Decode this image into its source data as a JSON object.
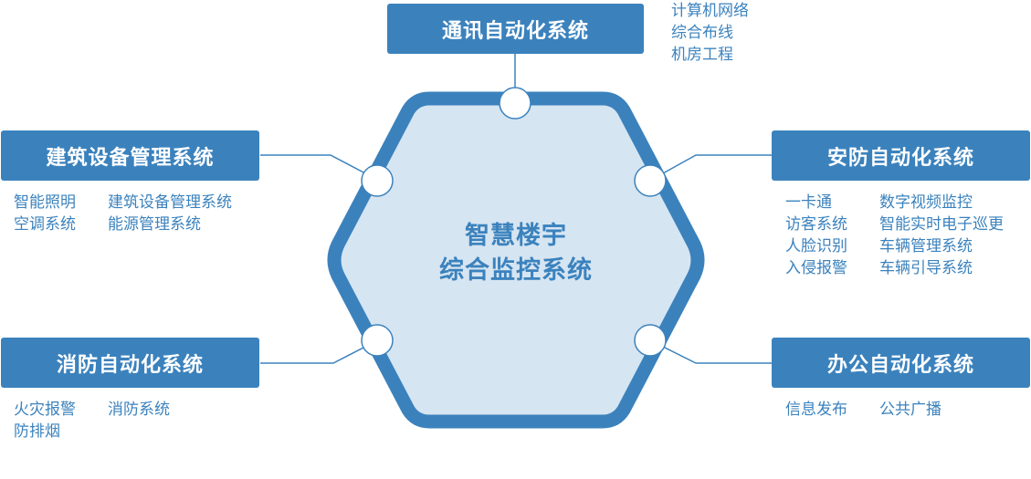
{
  "center": {
    "line1": "智慧楼宇",
    "line2": "综合监控系统"
  },
  "colors": {
    "primary": "#3b82bd",
    "hex_fill": "#d6e5f2",
    "node_fill": "#ffffff"
  },
  "modules": {
    "communication": {
      "title": "通讯自动化系统",
      "items": [
        "计算机网络",
        "综合布线",
        "机房工程"
      ]
    },
    "building": {
      "title": "建筑设备管理系统",
      "rows": [
        [
          "智能照明",
          "建筑设备管理系统"
        ],
        [
          "空调系统",
          "能源管理系统"
        ]
      ]
    },
    "security": {
      "title": "安防自动化系统",
      "rows": [
        [
          "一卡通",
          "数字视频监控"
        ],
        [
          "访客系统",
          "智能实时电子巡更"
        ],
        [
          "人脸识别",
          "车辆管理系统"
        ],
        [
          "入侵报警",
          "车辆引导系统"
        ]
      ]
    },
    "fire": {
      "title": "消防自动化系统",
      "rows": [
        [
          "火灾报警",
          "消防系统"
        ],
        [
          "防排烟",
          ""
        ]
      ]
    },
    "office": {
      "title": "办公自动化系统",
      "rows": [
        [
          "信息发布",
          "公共广播"
        ]
      ]
    }
  }
}
